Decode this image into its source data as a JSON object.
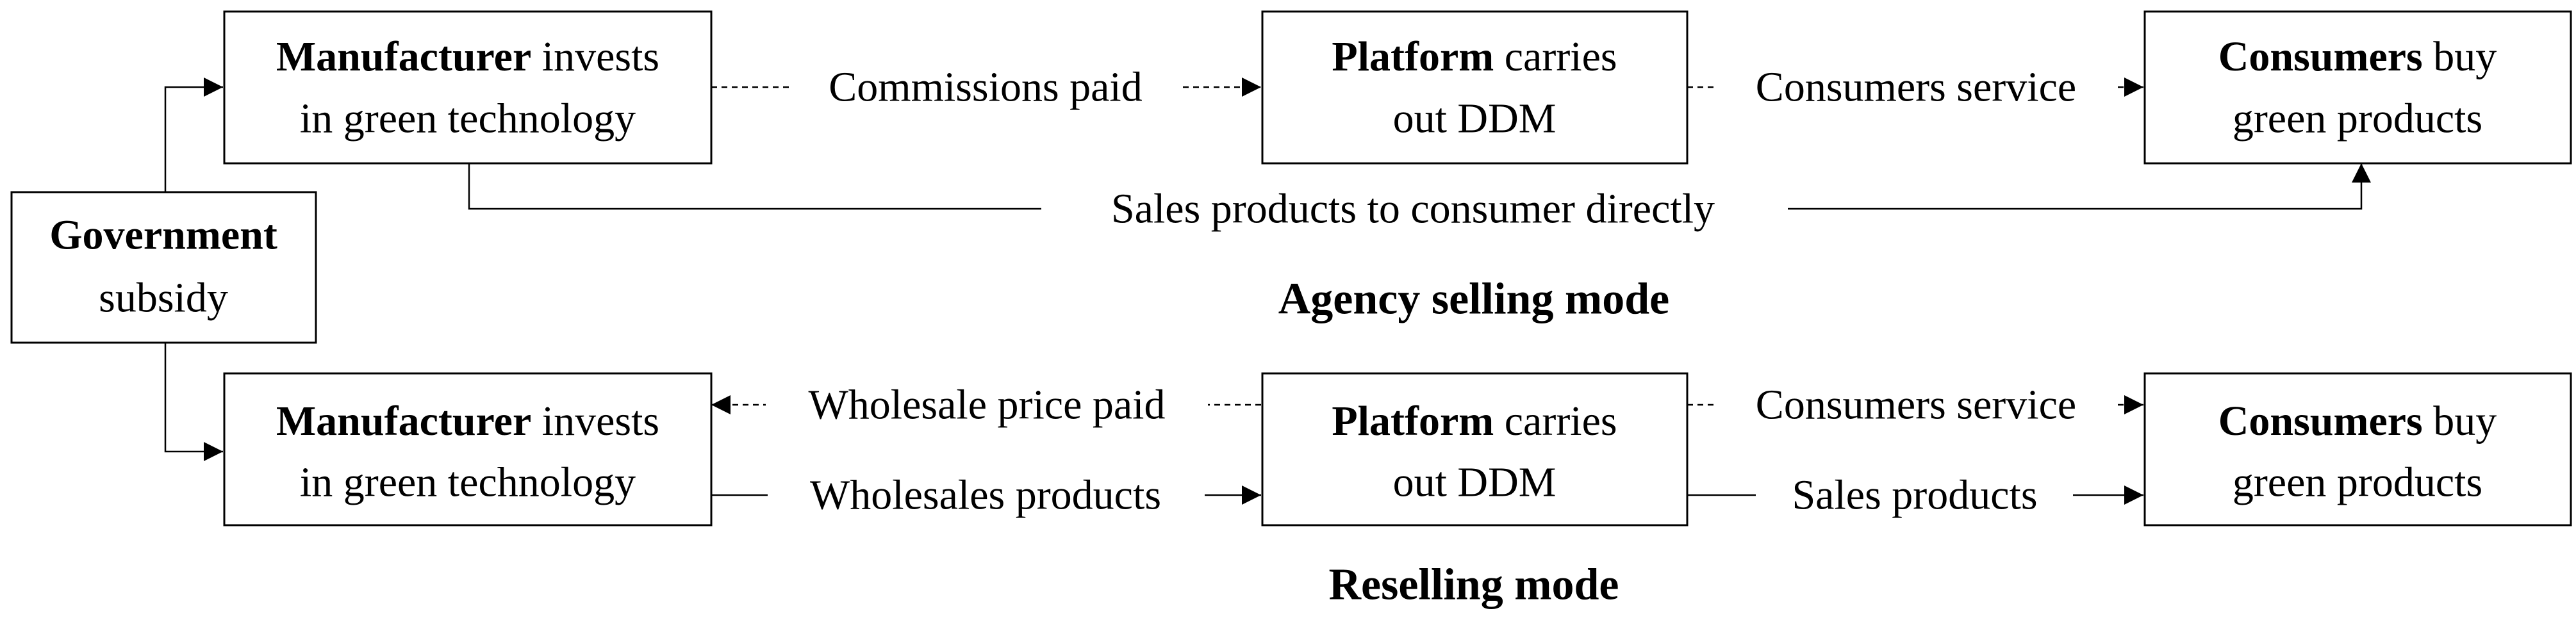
{
  "government": {
    "bold": "Government",
    "rest": "subsidy"
  },
  "agency": {
    "title": "Agency selling mode",
    "manufacturer": {
      "bold": "Manufacturer",
      "rest1": " invests",
      "line2": "in green technology"
    },
    "platform": {
      "bold": "Platform",
      "rest1": " carries",
      "line2": "out DDM"
    },
    "consumers": {
      "bold": "Consumers",
      "rest1": " buy",
      "line2": "green products"
    },
    "edges": {
      "commissions": "Commissions paid",
      "service": "Consumers service",
      "direct": "Sales products to consumer directly"
    }
  },
  "reselling": {
    "title": "Reselling mode",
    "manufacturer": {
      "bold": "Manufacturer",
      "rest1": " invests",
      "line2": "in green technology"
    },
    "platform": {
      "bold": "Platform",
      "rest1": " carries",
      "line2": "out DDM"
    },
    "consumers": {
      "bold": "Consumers",
      "rest1": " buy",
      "line2": "green products"
    },
    "edges": {
      "wholesale_price": "Wholesale price paid",
      "service": "Consumers service",
      "wholesale_products": "Wholesales products",
      "sales": "Sales products"
    }
  }
}
